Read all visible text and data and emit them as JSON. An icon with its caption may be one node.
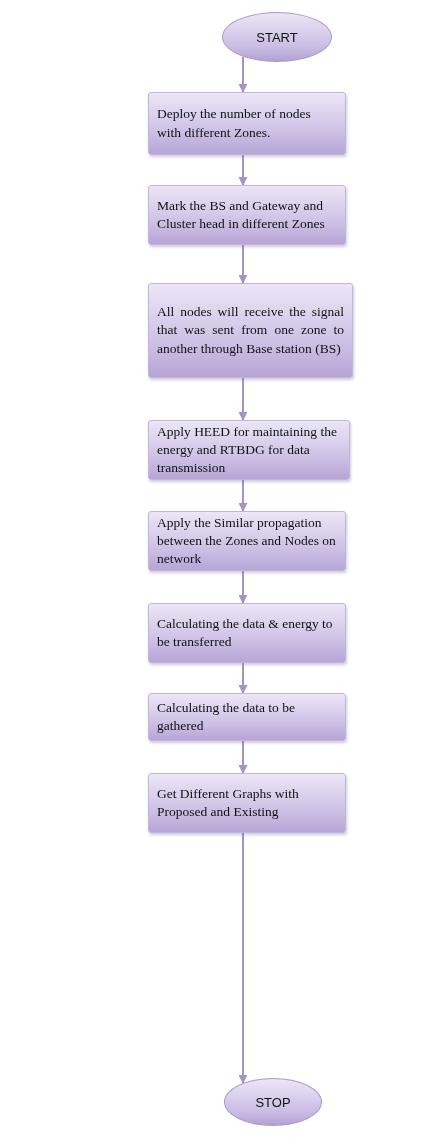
{
  "diagram": {
    "nodes": [
      {
        "text": [
          "START"
        ]
      },
      {
        "text": [
          "Deploy the number of nodes with different Zones."
        ]
      },
      {
        "text": [
          "Mark the BS and Gateway and Cluster head in different Zones"
        ]
      },
      {
        "text": [
          "All nodes will receive the signal that was sent from one zone to another through Base station (BS)"
        ]
      },
      {
        "text": [
          "Apply HEED for maintaining the energy and RTBDG for data transmission"
        ]
      },
      {
        "text": [
          "Apply the Similar propagation between the Zones and Nodes on network"
        ]
      },
      {
        "text": [
          "Calculating the data & energy to be transferred"
        ]
      },
      {
        "text": [
          "Calculating the data to be gathered"
        ]
      },
      {
        "text": [
          "Get Different Graphs with Proposed and Existing"
        ]
      },
      {
        "text": [
          "STOP"
        ]
      }
    ],
    "edges": [
      {
        "from": 0,
        "to": 1,
        "arrow": "to"
      },
      {
        "from": 1,
        "to": 2,
        "arrow": "to"
      },
      {
        "from": 2,
        "to": 3,
        "arrow": "to"
      },
      {
        "from": 3,
        "to": 4,
        "arrow": "to"
      },
      {
        "from": 4,
        "to": 5,
        "arrow": "to"
      },
      {
        "from": 5,
        "to": 6,
        "arrow": "to"
      },
      {
        "from": 6,
        "to": 7,
        "arrow": "to"
      },
      {
        "from": 7,
        "to": 8,
        "arrow": "to"
      },
      {
        "from": 8,
        "to": 9,
        "arrow": "to"
      }
    ]
  }
}
